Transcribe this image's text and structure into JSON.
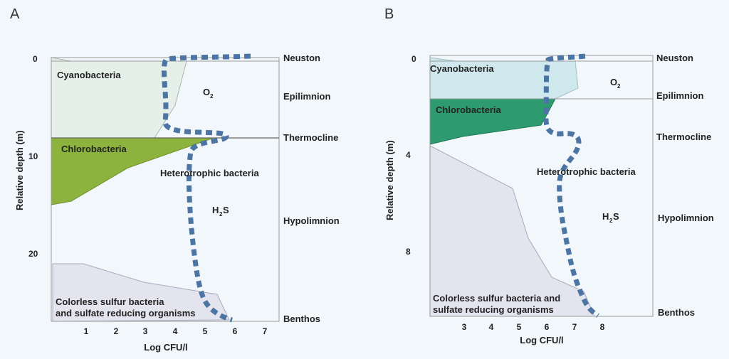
{
  "panels": [
    {
      "letter": "A",
      "y_axis_title": "Relative depth (m)",
      "x_axis_title": "Log CFU/l",
      "y_ticks": [
        "0",
        "10",
        "20"
      ],
      "x_ticks": [
        "1",
        "2",
        "3",
        "4",
        "5",
        "6",
        "7"
      ],
      "layers": [
        "Neuston",
        "Epilimnion",
        "Thermocline",
        "Hypolimnion",
        "Benthos"
      ],
      "regions": {
        "cyanobacteria": "Cyanobacteria",
        "chlorobacteria": "Chlorobacteria",
        "heterotrophic": "Heterotrophic bacteria",
        "sulfur_line1": "Colorless sulfur bacteria",
        "sulfur_line2": "and sulfate reducing organisms"
      },
      "gases": {
        "o2": "O",
        "o2_sub": "2",
        "h2s_h": "H",
        "h2s_sub": "2",
        "h2s_s": "S"
      }
    },
    {
      "letter": "B",
      "y_axis_title": "Relative depth (m)",
      "x_axis_title": "Log CFU/l",
      "y_ticks": [
        "0",
        "4",
        "8"
      ],
      "x_ticks": [
        "3",
        "4",
        "5",
        "6",
        "7",
        "8"
      ],
      "layers": [
        "Neuston",
        "Epilimnion",
        "Thermocline",
        "Hypolimnion",
        "Benthos"
      ],
      "regions": {
        "cyanobacteria": "Cyanobacteria",
        "chlorobacteria": "Chlorobacteria",
        "heterotrophic": "Heterotrophic bacteria",
        "sulfur_line1": "Colorless sulfur bacteria and",
        "sulfur_line2": "sulfate reducing organisms"
      },
      "gases": {
        "o2": "O",
        "o2_sub": "2",
        "h2s_h": "H",
        "h2s_sub": "2",
        "h2s_s": "S"
      }
    }
  ],
  "colors": {
    "cyanobacteria_a": "#e6f0ea",
    "chlorobacteria_a": "#8db33f",
    "sulfur": "#e4e4ef",
    "cyanobacteria_b": "#cfe8ee",
    "chlorobacteria_b": "#2e9a6f",
    "dotted_line": "#4c75a3"
  }
}
